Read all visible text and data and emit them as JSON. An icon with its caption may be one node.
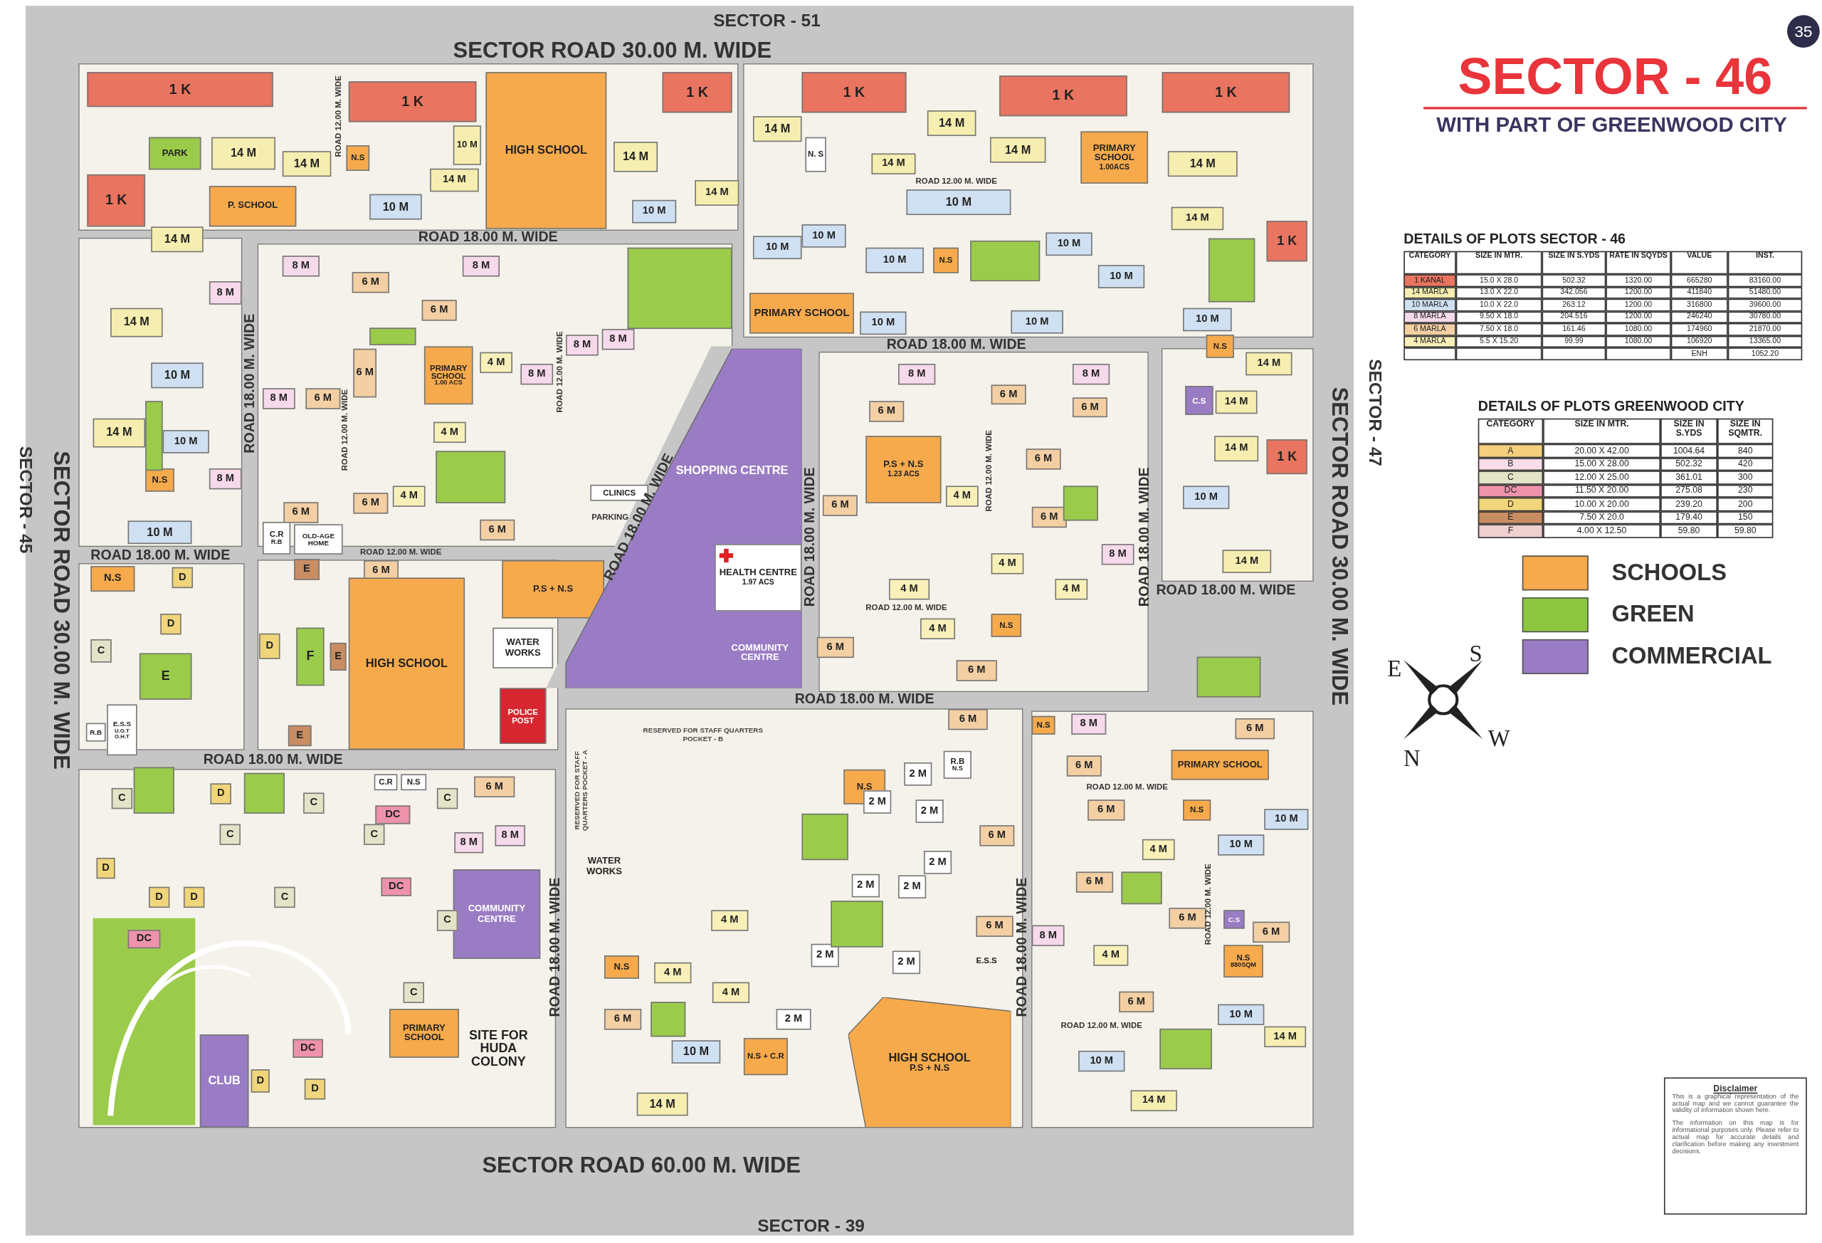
{
  "diagram": {
    "title": "SECTOR - 46",
    "nodes": [
      {
        "text": [
          "1 K"
        ]
      },
      {
        "text": [
          "14 M"
        ]
      },
      {
        "text": [
          "PARK"
        ]
      },
      {
        "text": [
          "1 K"
        ]
      },
      {
        "text": [
          "P. SCHOOL"
        ]
      },
      {
        "text": [
          "14 M"
        ]
      },
      {
        "text": [
          "8 M"
        ]
      },
      {
        "text": [
          "14 M"
        ]
      },
      {
        "text": [
          "10 M"
        ]
      },
      {
        "text": [
          "14 M"
        ]
      },
      {
        "text": [
          "10 M"
        ]
      },
      {
        "text": [
          "N.S"
        ]
      },
      {
        "text": [
          "8 M"
        ]
      },
      {
        "text": [
          "10 M"
        ]
      },
      {
        "text": [
          "1 K"
        ]
      },
      {
        "text": [
          "14 M"
        ]
      },
      {
        "text": [
          "N.S"
        ]
      },
      {
        "text": [
          "14 M"
        ]
      },
      {
        "text": [
          "10 M"
        ]
      },
      {
        "text": [
          "10 M"
        ]
      },
      {
        "text": [
          "HIGH SCHOOL"
        ]
      },
      {
        "text": [
          "14 M"
        ]
      },
      {
        "text": [
          "10 M"
        ]
      },
      {
        "text": [
          "1 K"
        ]
      },
      {
        "text": [
          "14 M"
        ]
      },
      {
        "text": [
          "1 K"
        ]
      },
      {
        "text": [
          "14 M"
        ]
      },
      {
        "text": [
          "14 M"
        ]
      },
      {
        "text": [
          "N. S"
        ]
      },
      {
        "text": [
          "14 M"
        ]
      },
      {
        "text": [
          "14 M"
        ]
      },
      {
        "text": [
          "PRIMARY SCHOOL",
          "1.00ACS"
        ]
      },
      {
        "text": [
          "1 K"
        ]
      },
      {
        "text": [
          "1 K"
        ]
      },
      {
        "text": [
          "14 M"
        ]
      },
      {
        "text": [
          "10 M"
        ]
      },
      {
        "text": [
          "10 M"
        ]
      },
      {
        "text": [
          "10 M"
        ]
      },
      {
        "text": [
          "14 M"
        ]
      },
      {
        "text": [
          "1 K"
        ]
      },
      {
        "text": [
          "10 M"
        ]
      },
      {
        "text": [
          "N.S"
        ]
      },
      {
        "text": [
          "10 M"
        ]
      },
      {
        "text": [
          "10 M"
        ]
      },
      {
        "text": [
          "PRIMARY SCHOOL"
        ]
      },
      {
        "text": [
          "10 M"
        ]
      },
      {
        "text": [
          "10 M"
        ]
      },
      {
        "text": [
          "10 M"
        ]
      },
      {
        "text": [
          "N.S"
        ]
      },
      {
        "text": [
          "14 M"
        ]
      },
      {
        "text": [
          "C.S"
        ]
      },
      {
        "text": [
          "14 M"
        ]
      },
      {
        "text": [
          "14 M"
        ]
      },
      {
        "text": [
          "1 K"
        ]
      },
      {
        "text": [
          "10 M"
        ]
      },
      {
        "text": [
          "14 M"
        ]
      },
      {
        "text": [
          "8 M"
        ]
      },
      {
        "text": [
          "8 M"
        ]
      },
      {
        "text": [
          "6 M"
        ]
      },
      {
        "text": [
          "6 M"
        ]
      },
      {
        "text": [
          "PRIMARY SCHOOL",
          "1.00 ACS"
        ]
      },
      {
        "text": [
          "6 M"
        ]
      },
      {
        "text": [
          "4 M"
        ]
      },
      {
        "text": [
          "8 M"
        ]
      },
      {
        "text": [
          "8 M"
        ]
      },
      {
        "text": [
          "8 M"
        ]
      },
      {
        "text": [
          "8 M"
        ]
      },
      {
        "text": [
          "6 M"
        ]
      },
      {
        "text": [
          "4 M"
        ]
      },
      {
        "text": [
          "4 M"
        ]
      },
      {
        "text": [
          "6 M"
        ]
      },
      {
        "text": [
          "6 M"
        ]
      },
      {
        "text": [
          "6 M"
        ]
      },
      {
        "text": [
          "CLINICS"
        ]
      },
      {
        "text": [
          "C.R",
          "R.B"
        ]
      },
      {
        "text": [
          "OLD-AGE HOME"
        ]
      },
      {
        "text": [
          "6 M"
        ]
      },
      {
        "text": [
          "P.S + N.S"
        ]
      },
      {
        "text": [
          "HIGH SCHOOL"
        ]
      },
      {
        "text": [
          "WATER WORKS"
        ]
      },
      {
        "text": [
          "POLICE POST"
        ]
      },
      {
        "text": [
          "SHOPPING CENTRE"
        ]
      },
      {
        "text": [
          "HEALTH CENTRE",
          "1.97 ACS"
        ],
        "in": 81
      },
      {
        "text": [
          "COMMUNITY CENTRE"
        ],
        "in": 81
      },
      {
        "text": [
          "8 M"
        ]
      },
      {
        "text": [
          "8 M"
        ]
      },
      {
        "text": [
          "6 M"
        ]
      },
      {
        "text": [
          "6 M"
        ]
      },
      {
        "text": [
          "6 M"
        ]
      },
      {
        "text": [
          "P.S + N.S",
          "1.23 ACS"
        ]
      },
      {
        "text": [
          "4 M"
        ]
      },
      {
        "text": [
          "6 M"
        ]
      },
      {
        "text": [
          "6 M"
        ]
      },
      {
        "text": [
          "6 M"
        ]
      },
      {
        "text": [
          "8 M"
        ]
      },
      {
        "text": [
          "4 M"
        ]
      },
      {
        "text": [
          "4 M"
        ]
      },
      {
        "text": [
          "4 M"
        ]
      },
      {
        "text": [
          "4 M"
        ]
      },
      {
        "text": [
          "N.S"
        ]
      },
      {
        "text": [
          "6 M"
        ]
      },
      {
        "text": [
          "6 M"
        ]
      },
      {
        "text": [
          "N.S"
        ]
      },
      {
        "text": [
          "D"
        ]
      },
      {
        "text": [
          "D"
        ]
      },
      {
        "text": [
          "E"
        ]
      },
      {
        "text": [
          "C"
        ]
      },
      {
        "text": [
          "E"
        ]
      },
      {
        "text": [
          "D"
        ]
      },
      {
        "text": [
          "F"
        ]
      },
      {
        "text": [
          "E"
        ]
      },
      {
        "text": [
          "E"
        ]
      },
      {
        "text": [
          "E.S.S",
          "U.G.T",
          "O.H.T"
        ]
      },
      {
        "text": [
          "R.B"
        ]
      },
      {
        "text": [
          "C"
        ]
      },
      {
        "text": [
          "D"
        ]
      },
      {
        "text": [
          "C"
        ]
      },
      {
        "text": [
          "C.R"
        ]
      },
      {
        "text": [
          "N.S"
        ]
      },
      {
        "text": [
          "DC"
        ]
      },
      {
        "text": [
          "C"
        ]
      },
      {
        "text": [
          "6 M"
        ]
      },
      {
        "text": [
          "C"
        ]
      },
      {
        "text": [
          "C"
        ]
      },
      {
        "text": [
          "8 M"
        ]
      },
      {
        "text": [
          "8 M"
        ]
      },
      {
        "text": [
          "D"
        ]
      },
      {
        "text": [
          "D"
        ]
      },
      {
        "text": [
          "D"
        ]
      },
      {
        "text": [
          "C"
        ]
      },
      {
        "text": [
          "DC"
        ]
      },
      {
        "text": [
          "COMMUNITY CENTRE"
        ]
      },
      {
        "text": [
          "C"
        ]
      },
      {
        "text": [
          "DC"
        ]
      },
      {
        "text": [
          "C"
        ]
      },
      {
        "text": [
          "PRIMARY SCHOOL"
        ]
      },
      {
        "text": [
          "SITE FOR HUDA COLONY"
        ]
      },
      {
        "text": [
          "DC"
        ]
      },
      {
        "text": [
          "CLUB"
        ]
      },
      {
        "text": [
          "D"
        ]
      },
      {
        "text": [
          "D"
        ]
      },
      {
        "text": [
          "WATER WORKS"
        ]
      },
      {
        "text": [
          "4 M"
        ]
      },
      {
        "text": [
          "N.S"
        ]
      },
      {
        "text": [
          "4 M"
        ]
      },
      {
        "text": [
          "4 M"
        ]
      },
      {
        "text": [
          "6 M"
        ]
      },
      {
        "text": [
          "2 M"
        ]
      },
      {
        "text": [
          "10 M"
        ]
      },
      {
        "text": [
          "N.S + C.R"
        ]
      },
      {
        "text": [
          "14 M"
        ]
      },
      {
        "text": [
          "N.S"
        ]
      },
      {
        "text": [
          "2 M"
        ]
      },
      {
        "text": [
          "2 M"
        ]
      },
      {
        "text": [
          "2 M"
        ]
      },
      {
        "text": [
          "2 M"
        ]
      },
      {
        "text": [
          "2 M"
        ]
      },
      {
        "text": [
          "2 M"
        ]
      },
      {
        "text": [
          "2 M"
        ]
      },
      {
        "text": [
          "2 M"
        ]
      },
      {
        "text": [
          "R.B",
          "N.S"
        ]
      },
      {
        "text": [
          "6 M"
        ]
      },
      {
        "text": [
          "6 M"
        ]
      },
      {
        "text": [
          "E.S.S"
        ]
      },
      {
        "text": [
          "HIGH SCHOOL",
          "P.S + N.S"
        ]
      },
      {
        "text": [
          "6 M"
        ]
      },
      {
        "text": [
          "N.S"
        ]
      },
      {
        "text": [
          "8 M"
        ]
      },
      {
        "text": [
          "6 M"
        ]
      },
      {
        "text": [
          "6 M"
        ]
      },
      {
        "text": [
          "PRIMARY SCHOOL"
        ]
      },
      {
        "text": [
          "6 M"
        ]
      },
      {
        "text": [
          "N.S"
        ]
      },
      {
        "text": [
          "10 M"
        ]
      },
      {
        "text": [
          "10 M"
        ]
      },
      {
        "text": [
          "4 M"
        ]
      },
      {
        "text": [
          "6 M"
        ]
      },
      {
        "text": [
          "6 M"
        ]
      },
      {
        "text": [
          "C.S"
        ]
      },
      {
        "text": [
          "6 M"
        ]
      },
      {
        "text": [
          "8 M"
        ]
      },
      {
        "text": [
          "4 M"
        ]
      },
      {
        "text": [
          "N.S",
          "880SQM"
        ]
      },
      {
        "text": [
          "6 M"
        ]
      },
      {
        "text": [
          "10 M"
        ]
      },
      {
        "text": [
          "14 M"
        ]
      },
      {
        "text": [
          "10 M"
        ]
      },
      {
        "text": [
          "14 M"
        ]
      },
      {
        "text": [
          "Disclaimer",
          "This is a graphical representation of the actual map and we cannot guarantee the validity of information shown here.",
          "The information on this map is for informational purposes only. Please refer to actual map for accurate details and clarification before making any investment decisions."
        ]
      },
      {
        "text": [],
        "shape": "box"
      },
      {
        "text": [],
        "shape": "box"
      },
      {
        "text": [],
        "shape": "box"
      },
      {
        "text": [],
        "shape": "box"
      },
      {
        "text": [],
        "shape": "box"
      },
      {
        "text": [],
        "shape": "box"
      },
      {
        "text": [],
        "shape": "box"
      },
      {
        "text": [],
        "shape": "box"
      },
      {
        "text": [],
        "shape": "box"
      },
      {
        "text": [],
        "shape": "box"
      },
      {
        "text": [],
        "shape": "box"
      },
      {
        "text": [],
        "shape": "box"
      },
      {
        "text": [],
        "shape": "box"
      },
      {
        "text": [],
        "shape": "box"
      },
      {
        "text": [],
        "shape": "box"
      }
    ],
    "labels": [
      "35",
      "WITH PART OF GREENWOOD CITY",
      "SECTOR - 51",
      "SECTOR ROAD 30.00 M. WIDE",
      "SECTOR - 45",
      "SECTOR ROAD 30.00 M. WIDE",
      "SECTOR - 47",
      "SECTOR ROAD 30.00 M. WIDE",
      "ROAD 18.00 M. WIDE",
      "ROAD 12.00 M. WIDE",
      "ROAD 12.00 M. WIDE",
      "ROAD 18.00 M. WIDE",
      "ROAD 12.00 M. WIDE",
      "ROAD 12.00 M. WIDE",
      "ROAD 18.00 M. WIDE",
      "ROAD 18.00 M. WIDE",
      "ROAD 12.00 M. WIDE",
      "ROAD 18.00 M. WIDE",
      "ROAD 18.00 M. WIDE",
      "ROAD 18.00 M. WIDE",
      "ROAD 12.00 M. WIDE",
      "PARKING",
      "ROAD 12.00 M. WIDE",
      "ROAD 18.00 M. WIDE",
      "ROAD 18.00 M. WIDE",
      "ROAD 18.00 M. WIDE",
      "RESERVED FOR STAFF QUARTERS POCKET - A",
      "RESERVED FOR STAFF QUARTERS POCKET - B",
      "ROAD 12.00 M. WIDE",
      "ROAD 12.00 M. WIDE",
      "ROAD 18.00 M. WIDE",
      "ROAD 18.00 M. WIDE",
      "ROAD 12.00 M. WIDE",
      "SECTOR ROAD 60.00 M. WIDE",
      "SECTOR - 39",
      "DETAILS OF PLOTS SECTOR - 46",
      "CATEGORY",
      "SIZE IN MTR.",
      "SIZE IN S.YDS",
      "RATE IN SQYDS",
      "VALUE",
      "INST.",
      "1 KANAL",
      "15.0 X 28.0",
      "502.32",
      "1320.00",
      "665280",
      "83160.00",
      "14 MARLA",
      "13.0 X 22.0",
      "342.056",
      "1200.00",
      "411840",
      "51480.00",
      "10 MARLA",
      "10.0 X 22.0",
      "263.12",
      "1200.00",
      "316800",
      "39600.00",
      "8 MARLA",
      "9.50 X 18.0",
      "204.516",
      "1200.00",
      "246240",
      "30780.00",
      "6 MARLA",
      "7.50 X 18.0",
      "161.46",
      "1080.00",
      "174960",
      "21870.00",
      "4 MARLA",
      "5.5 X 15.20",
      "99.99",
      "1080.00",
      "106920",
      "13365.00",
      "ENH",
      "1052.20",
      "DETAILS OF PLOTS GREENWOOD CITY",
      "CATEGORY",
      "SIZE IN MTR.",
      "SIZE IN S.YDS",
      "SIZE IN SQMTR.",
      "A",
      "20.00 X 42.00",
      "1004.64",
      "840",
      "B",
      "15.00 X 28.00",
      "502.32",
      "420",
      "C",
      "12.00 X 25.00",
      "361.01",
      "300",
      "DC",
      "11.50 X 20.00",
      "275.08",
      "230",
      "D",
      "10.00 X 20.00",
      "239.20",
      "200",
      "E",
      "7.50 X 20.0",
      "179.40",
      "150",
      "F",
      "4.00 X 12.50",
      "59.80",
      "59.80",
      "E",
      "S",
      "N",
      "W"
    ],
    "legend": [
      {
        "text": "SCHOOLS",
        "color": "#f6aa4c"
      },
      {
        "text": "GREEN",
        "color": "#8dc63f"
      },
      {
        "text": "COMMERCIAL",
        "color": "#9a7cc4"
      }
    ]
  }
}
